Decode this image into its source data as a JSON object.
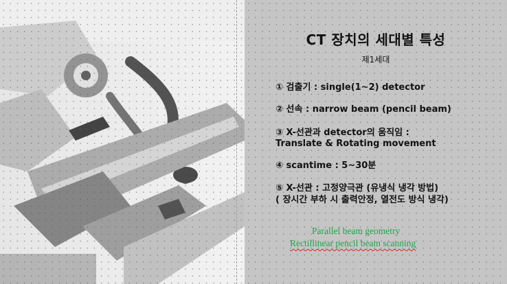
{
  "slide": {
    "title": "CT 장치의 세대별 특성",
    "subtitle": "제1세대",
    "items": [
      {
        "label": "① 검출기 : single(1~2) detector"
      },
      {
        "label": "② 선속 : narrow beam (pencil beam)"
      },
      {
        "label": "③ X-선관과 detector의 움직임 :",
        "label2": "Translate & Rotating movement"
      },
      {
        "label": "④ scantime : 5~30분"
      },
      {
        "label": "⑤ X-선관 : 고정양극관 (유냉식 냉각 방법)",
        "label2": "( 장시간 부하 시 출력안정, 열전도 방식 냉각)"
      }
    ],
    "notes": [
      "Parallel beam geometry",
      "Rectillinear pencil beam scanning"
    ]
  },
  "colors": {
    "panel_bg": "#c5c5c5",
    "note_green": "#1ea64a",
    "spell_red": "#e02020"
  },
  "image": {
    "description_icon": "ct-scanner-photo"
  }
}
